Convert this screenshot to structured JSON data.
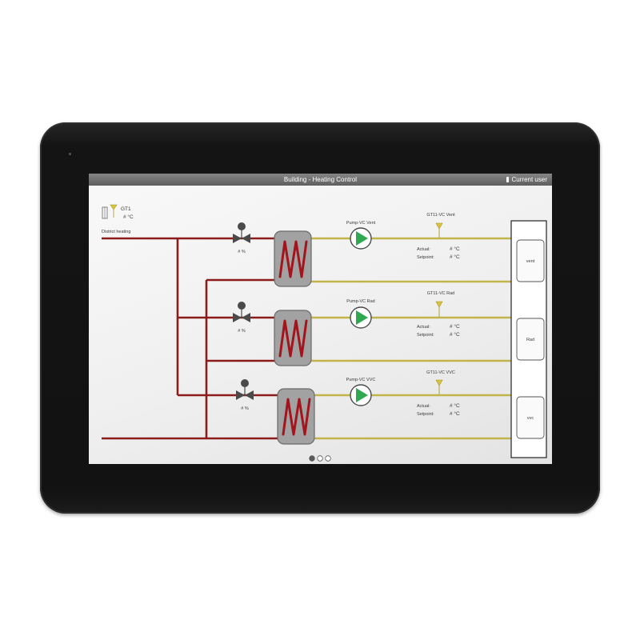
{
  "title_bar": {
    "title": "Building - Heating Control",
    "user_label": "Current user"
  },
  "district": {
    "sensor": "GT1",
    "value": "# °C",
    "line_label": "District heating"
  },
  "circuits": [
    {
      "valve_value": "# %",
      "pump": "Pump-VC Vent",
      "sensor": "GT11-VC Vent",
      "actual_label": "Actual:",
      "actual_value": "# °C",
      "setpoint_label": "Setpoint:",
      "setpoint_value": "# °C",
      "load_label": "vent"
    },
    {
      "valve_value": "# %",
      "pump": "Pump-VC Rad",
      "sensor": "GT11-VC Rad",
      "actual_label": "Actual:",
      "actual_value": "# °C",
      "setpoint_label": "Setpoint:",
      "setpoint_value": "# °C",
      "load_label": "Rad"
    },
    {
      "valve_value": "# %",
      "pump": "Pump-VC VVC",
      "sensor": "GT11-VC VVC",
      "actual_label": "Actual:",
      "actual_value": "# °C",
      "setpoint_label": "Setpoint:",
      "setpoint_value": "# °C",
      "load_label": "vvc"
    }
  ],
  "colors": {
    "primary_pipe": "#8c1c1c",
    "secondary_pipe": "#c2b34a",
    "pump": "#2fa84f",
    "bezel": "#141414"
  },
  "icons": {
    "user": "user-icon",
    "sensor": "temperature-sensor-icon",
    "pump": "pump-icon",
    "valve": "control-valve-icon",
    "heat_exchanger": "heat-exchanger-icon"
  }
}
